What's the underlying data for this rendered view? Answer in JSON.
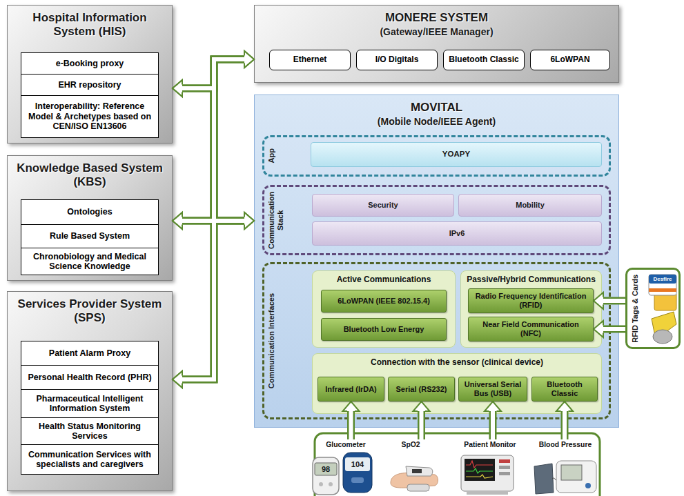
{
  "diagram": {
    "nodes": [
      {
        "text": [
          "Hospital Information System (HIS)"
        ]
      },
      {
        "text": [
          "e-Booking proxy"
        ],
        "in": 0
      },
      {
        "text": [
          "EHR repository"
        ],
        "in": 0
      },
      {
        "text": [
          "Interoperability: Reference Model & Archetypes based on CEN/ISO EN13606"
        ],
        "in": 0
      },
      {
        "text": [
          "Knowledge Based System (KBS)"
        ]
      },
      {
        "text": [
          "Ontologies"
        ],
        "in": 4
      },
      {
        "text": [
          "Rule Based System"
        ],
        "in": 4
      },
      {
        "text": [
          "Chronobiology and Medical Science Knowledge"
        ],
        "in": 4
      },
      {
        "text": [
          "Services Provider System (SPS)"
        ]
      },
      {
        "text": [
          "Patient Alarm Proxy"
        ],
        "in": 8
      },
      {
        "text": [
          "Personal Health Record (PHR)"
        ],
        "in": 8
      },
      {
        "text": [
          "Pharmaceutical Intelligent Information System"
        ],
        "in": 8
      },
      {
        "text": [
          "Health Status Monitoring Services"
        ],
        "in": 8
      },
      {
        "text": [
          "Communication Services with specialists and caregivers"
        ],
        "in": 8
      },
      {
        "text": [
          "MONERE SYSTEM",
          "(Gateway/IEEE Manager)"
        ]
      },
      {
        "text": [
          "Ethernet"
        ],
        "in": 14
      },
      {
        "text": [
          "I/O Digitals"
        ],
        "in": 14
      },
      {
        "text": [
          "Bluetooth Classic"
        ],
        "in": 14
      },
      {
        "text": [
          "6LoWPAN"
        ],
        "in": 14
      },
      {
        "text": [
          "MOVITAL",
          "(Mobile Node/IEEE Agent)"
        ]
      },
      {
        "text": [
          "App"
        ],
        "in": 19
      },
      {
        "text": [
          "YOAPY"
        ],
        "in": 20
      },
      {
        "text": [
          "Communication Stack"
        ],
        "in": 19
      },
      {
        "text": [
          "Security"
        ],
        "in": 22
      },
      {
        "text": [
          "Mobility"
        ],
        "in": 22
      },
      {
        "text": [
          "IPv6"
        ],
        "in": 22
      },
      {
        "text": [
          "Communication Interfaces"
        ],
        "in": 19
      },
      {
        "text": [
          "Active Communications"
        ],
        "in": 26
      },
      {
        "text": [
          "6LoWPAN (IEEE 802.15.4)"
        ],
        "in": 27
      },
      {
        "text": [
          "Bluetooth Low Energy"
        ],
        "in": 27
      },
      {
        "text": [
          "Passive/Hybrid Communications"
        ],
        "in": 26
      },
      {
        "text": [
          "Radio Frequency Identification (RFID)"
        ],
        "in": 30
      },
      {
        "text": [
          "Near Field Communication (NFC)"
        ],
        "in": 30
      },
      {
        "text": [
          "Connection with the sensor (clinical device)"
        ],
        "in": 26
      },
      {
        "text": [
          "Infrared (IrDA)"
        ],
        "in": 33
      },
      {
        "text": [
          "Serial (RS232)"
        ],
        "in": 33
      },
      {
        "text": [
          "Universal Serial Bus (USB)"
        ],
        "in": 33
      },
      {
        "text": [
          "Bluetooth Classic"
        ],
        "in": 33
      },
      {
        "text": [
          "RFID Tags & Cards"
        ]
      },
      {
        "text": [
          "Glucometer"
        ]
      },
      {
        "text": [
          "SpO2"
        ]
      },
      {
        "text": [
          "Patient Monitor"
        ]
      },
      {
        "text": [
          "Blood Pressure"
        ]
      }
    ],
    "edges": [
      {
        "from": 14,
        "to": 0,
        "arrow": "both"
      },
      {
        "from": 14,
        "to": 4,
        "arrow": "both"
      },
      {
        "from": 14,
        "to": 8,
        "arrow": "both"
      },
      {
        "from": 19,
        "to": 0,
        "arrow": "both"
      },
      {
        "from": 19,
        "to": 4,
        "arrow": "both"
      },
      {
        "from": 19,
        "to": 8,
        "arrow": "both"
      },
      {
        "from": 38,
        "to": 31,
        "arrow": "to"
      },
      {
        "from": 38,
        "to": 32,
        "arrow": "to"
      },
      {
        "from": 39,
        "to": 34,
        "arrow": "to"
      },
      {
        "from": 40,
        "to": 35,
        "arrow": "to"
      },
      {
        "from": 41,
        "to": 36,
        "arrow": "to"
      },
      {
        "from": 42,
        "to": 37,
        "arrow": "to"
      }
    ],
    "labels": [
      "98",
      "104",
      "Desfire"
    ]
  }
}
